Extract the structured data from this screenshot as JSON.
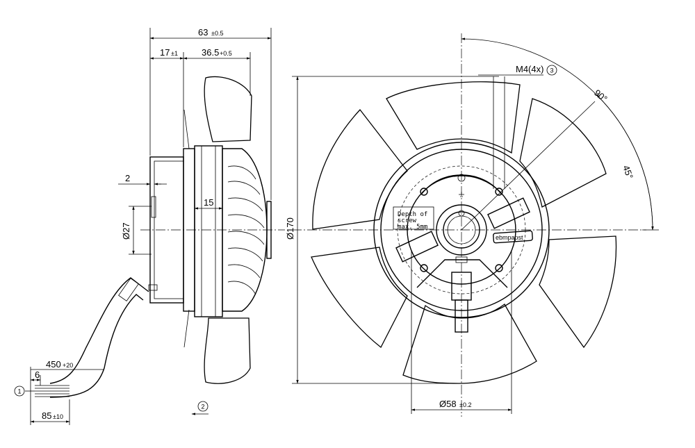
{
  "dimensions": {
    "overall_depth": "63",
    "overall_depth_tol": "±0.5",
    "flange_depth": "17",
    "flange_depth_tol": "±1",
    "motor_depth": "36.5",
    "motor_depth_tol": "+0.5",
    "gap": "2",
    "hub_width": "15",
    "shaft_diameter": "Ø27",
    "fan_diameter": "Ø170",
    "bolt_circle": "Ø58",
    "bolt_circle_tol": "±0.2",
    "cable_length": "450",
    "cable_length_tol": "+20",
    "strip_length": "6",
    "lead_length": "85",
    "lead_length_tol": "±10",
    "thread": "M4(4x)",
    "angle_90": "90°",
    "angle_45": "45°"
  },
  "callouts": {
    "c1": "1",
    "c2": "2",
    "c3": "3"
  },
  "notes": {
    "screw_line1": "Depth of",
    "screw_line2": "screw",
    "screw_line3": "max. 5mm",
    "brand": "ebmpapst"
  }
}
